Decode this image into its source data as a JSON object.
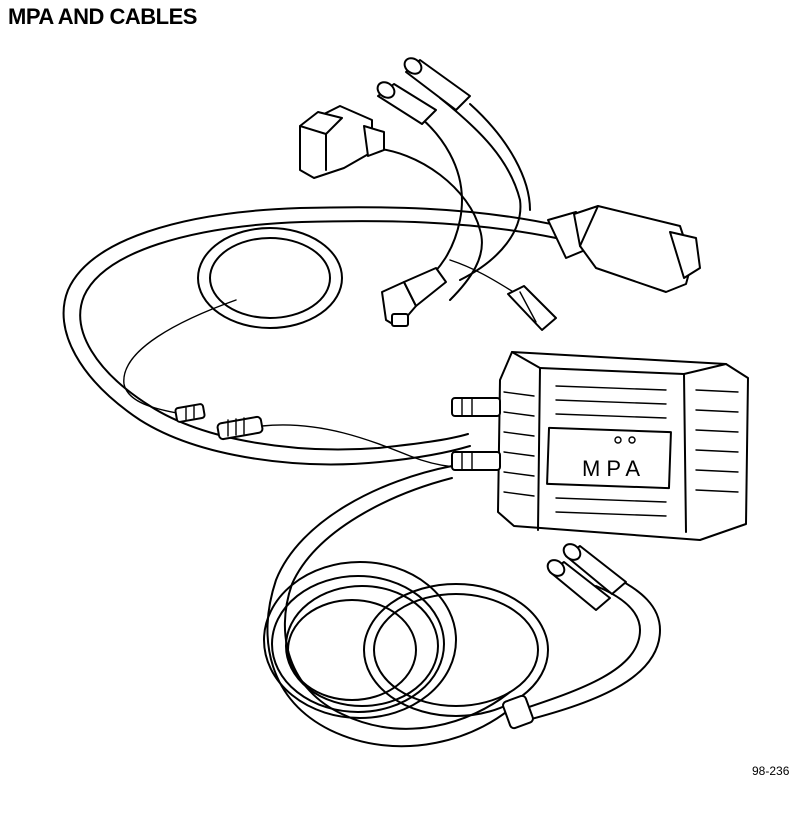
{
  "figure": {
    "title": "MPA AND CABLES",
    "device_label": "MPA",
    "figure_number": "98-236"
  }
}
